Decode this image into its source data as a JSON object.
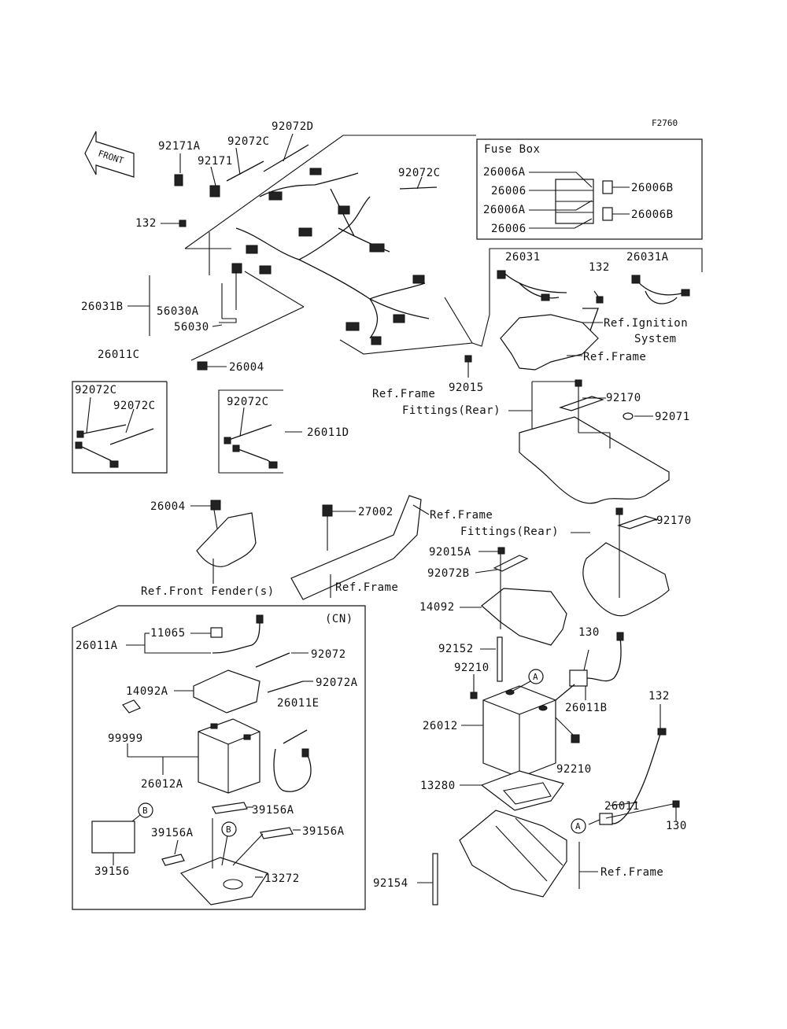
{
  "figure_code": "F2760",
  "front_arrow_text": "FRONT",
  "fuse_box": {
    "title": "Fuse Box",
    "left_labels": [
      "26006A",
      "26006",
      "26006A",
      "26006"
    ],
    "right_labels": [
      "26006B",
      "26006B"
    ]
  },
  "oem_box_label": "(CN)",
  "circle_markers": [
    "A",
    "B"
  ],
  "parts": {
    "p92071A_top": "92171A",
    "p92072C_top": "92072C",
    "p92072D": "92072D",
    "p92171": "92171",
    "p92072C_right": "92072C",
    "p132_top": "132",
    "p26031B": "26031B",
    "p56030A": "56030A",
    "p56030": "56030",
    "p26011C": "26011C",
    "p26004_top": "26004",
    "p26031": "26031",
    "p132_mid": "132",
    "p26031A": "26031A",
    "ref_ignition_1": "Ref.Ignition",
    "ref_ignition_2": "System",
    "ref_frame_1": "Ref.Frame",
    "p92015": "92015",
    "ref_frame_fit_1a": "Ref.Frame",
    "ref_frame_fit_1b": "Fittings(Rear)",
    "p92170_a": "92170",
    "p92071": "92071",
    "p92072C_box1a": "92072C",
    "p92072C_box1b": "92072C",
    "p92072C_box2": "92072C",
    "p26011D": "26011D",
    "p26004_mid": "26004",
    "p27002": "27002",
    "ref_frame_fit_2a": "Ref.Frame",
    "ref_frame_fit_2b": "Fittings(Rear)",
    "p92170_b": "92170",
    "ref_front_fender": "Ref.Front Fender(s)",
    "ref_frame_2": "Ref.Frame",
    "p92015A": "92015A",
    "p92072B": "92072B",
    "p14092": "14092",
    "p11065": "11065",
    "p26011A": "26011A",
    "p92072": "92072",
    "p92072A": "92072A",
    "p14092A": "14092A",
    "p26011E": "26011E",
    "p99999": "99999",
    "p26012A": "26012A",
    "p39156A_a": "39156A",
    "p39156A_b": "39156A",
    "p39156A_c": "39156A",
    "p39156": "39156",
    "p13272": "13272",
    "p92152": "92152",
    "p92210_a": "92210",
    "p130_a": "130",
    "p26011B": "26011B",
    "p26012": "26012",
    "p92210_b": "92210",
    "p132_low": "132",
    "p13280": "13280",
    "p26011": "26011",
    "p130_b": "130",
    "p92154": "92154",
    "ref_frame_3": "Ref.Frame"
  }
}
